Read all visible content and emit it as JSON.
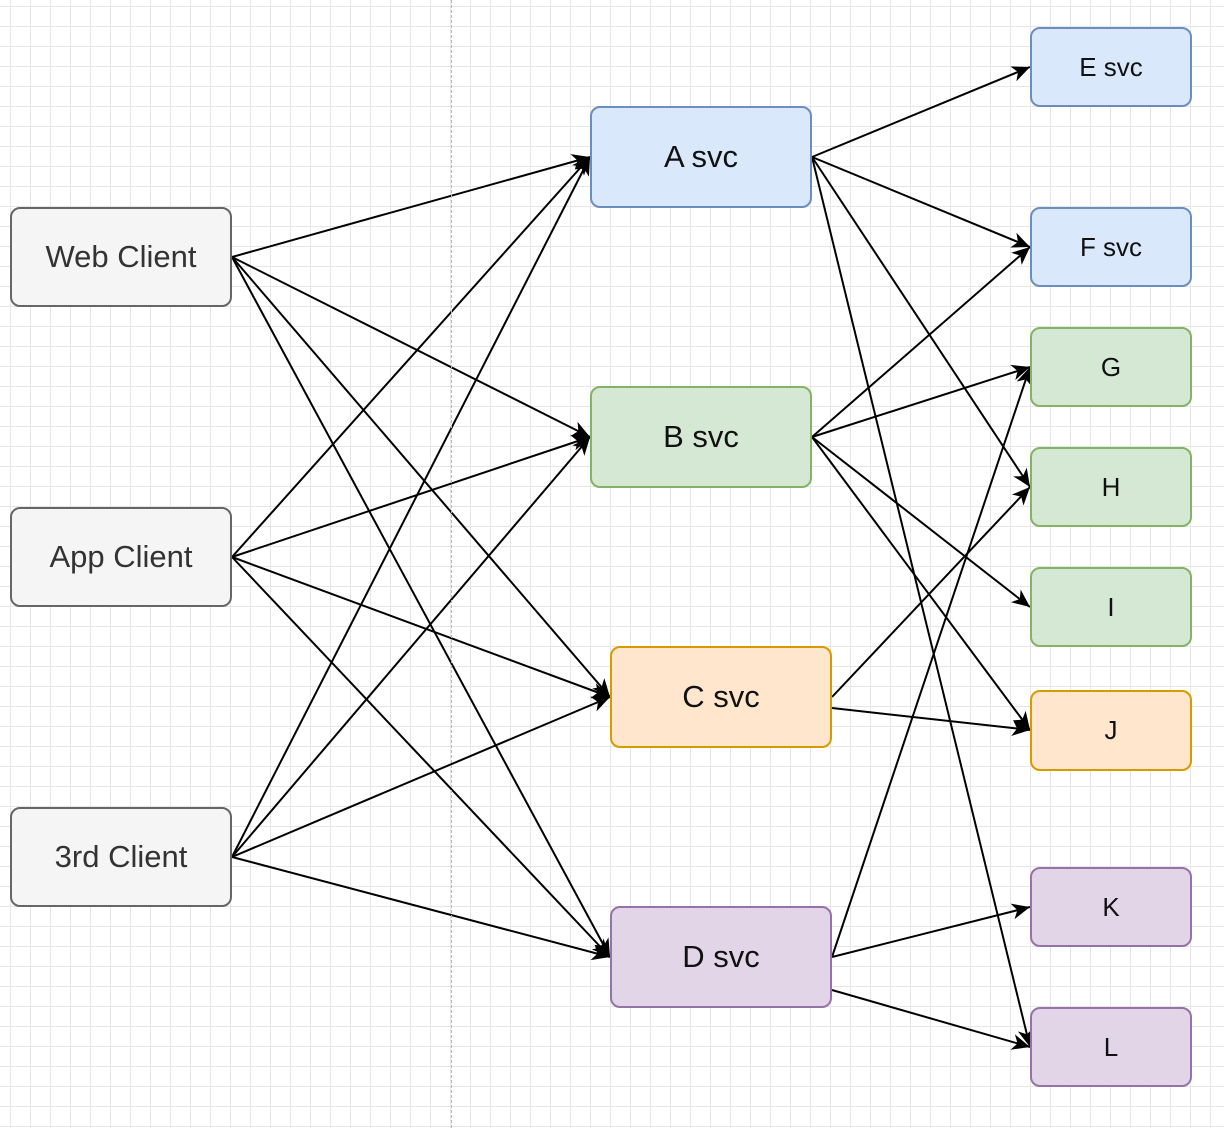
{
  "colors": {
    "gray": {
      "fill": "#f5f5f5",
      "stroke": "#666666"
    },
    "blue": {
      "fill": "#dae8fc",
      "stroke": "#6c8ebf"
    },
    "green": {
      "fill": "#d5e8d4",
      "stroke": "#82b366"
    },
    "orange": {
      "fill": "#ffe6cc",
      "stroke": "#d79b00"
    },
    "purple": {
      "fill": "#e1d5e7",
      "stroke": "#9673a6"
    },
    "edge": "#000000"
  },
  "nodes": {
    "web_client": {
      "label": "Web Client",
      "color": "gray"
    },
    "app_client": {
      "label": "App Client",
      "color": "gray"
    },
    "third_client": {
      "label": "3rd Client",
      "color": "gray"
    },
    "a_svc": {
      "label": "A svc",
      "color": "blue"
    },
    "b_svc": {
      "label": "B svc",
      "color": "green"
    },
    "c_svc": {
      "label": "C svc",
      "color": "orange"
    },
    "d_svc": {
      "label": "D svc",
      "color": "purple"
    },
    "e_svc": {
      "label": "E svc",
      "color": "blue"
    },
    "f_svc": {
      "label": "F svc",
      "color": "blue"
    },
    "g": {
      "label": "G",
      "color": "green"
    },
    "h": {
      "label": "H",
      "color": "green"
    },
    "i": {
      "label": "I",
      "color": "green"
    },
    "j": {
      "label": "J",
      "color": "orange"
    },
    "k": {
      "label": "K",
      "color": "purple"
    },
    "l": {
      "label": "L",
      "color": "purple"
    }
  },
  "edges": [
    [
      "web_client",
      "a_svc"
    ],
    [
      "web_client",
      "b_svc"
    ],
    [
      "web_client",
      "c_svc"
    ],
    [
      "web_client",
      "d_svc"
    ],
    [
      "app_client",
      "a_svc"
    ],
    [
      "app_client",
      "b_svc"
    ],
    [
      "app_client",
      "c_svc"
    ],
    [
      "app_client",
      "d_svc"
    ],
    [
      "third_client",
      "a_svc"
    ],
    [
      "third_client",
      "b_svc"
    ],
    [
      "third_client",
      "c_svc"
    ],
    [
      "third_client",
      "d_svc"
    ],
    [
      "a_svc",
      "e_svc"
    ],
    [
      "a_svc",
      "f_svc"
    ],
    [
      "a_svc",
      "h"
    ],
    [
      "a_svc",
      "l"
    ],
    [
      "b_svc",
      "f_svc"
    ],
    [
      "b_svc",
      "g"
    ],
    [
      "b_svc",
      "i"
    ],
    [
      "b_svc",
      "j"
    ],
    [
      "c_svc",
      "h"
    ],
    [
      "c_svc",
      "j"
    ],
    [
      "d_svc",
      "g"
    ],
    [
      "d_svc",
      "k"
    ],
    [
      "d_svc",
      "l"
    ]
  ]
}
